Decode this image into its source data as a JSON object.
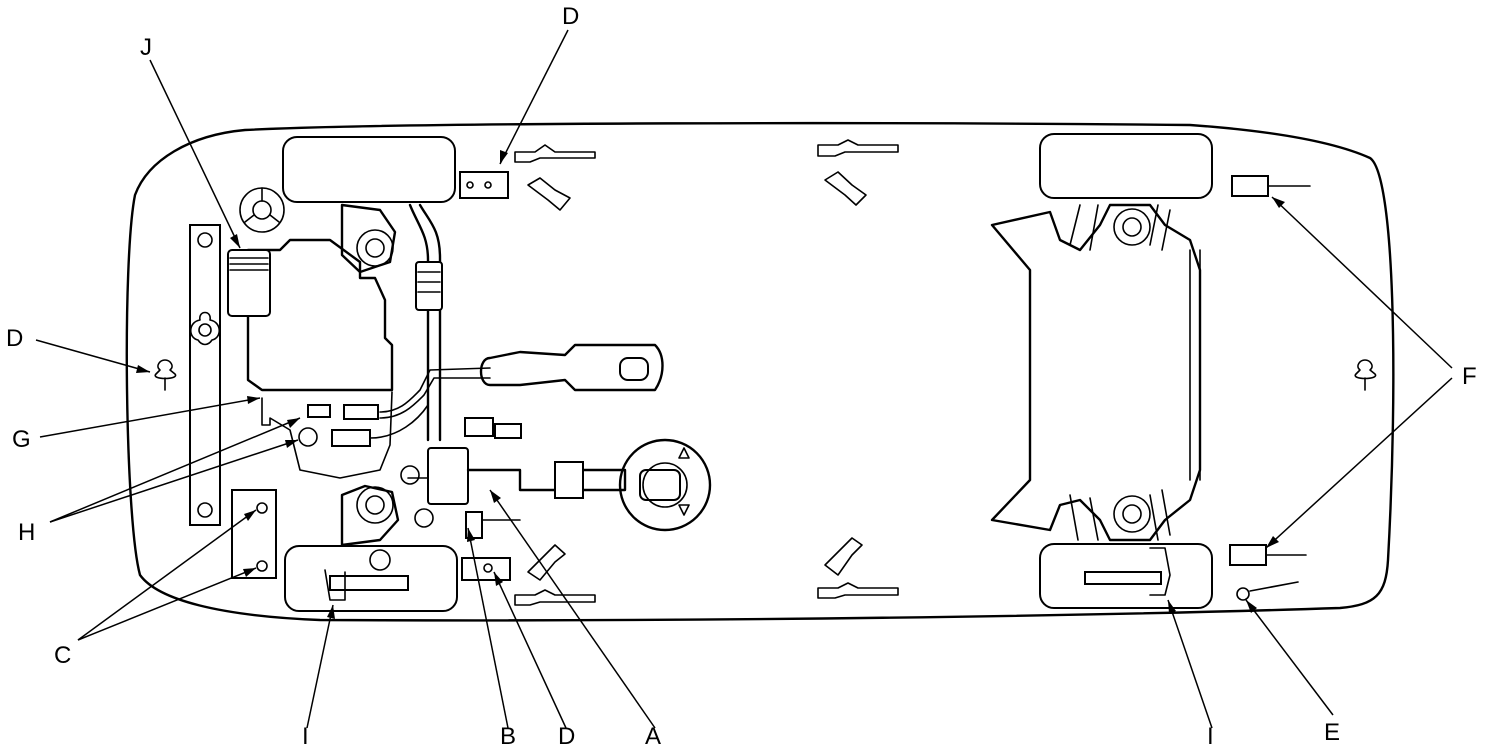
{
  "labels": {
    "A": "A",
    "B": "B",
    "C": "C",
    "D": "D",
    "E": "E",
    "F": "F",
    "G": "G",
    "H": "H",
    "I": "I",
    "J": "J"
  },
  "colors": {
    "line": "#000000",
    "background": "#ffffff"
  }
}
